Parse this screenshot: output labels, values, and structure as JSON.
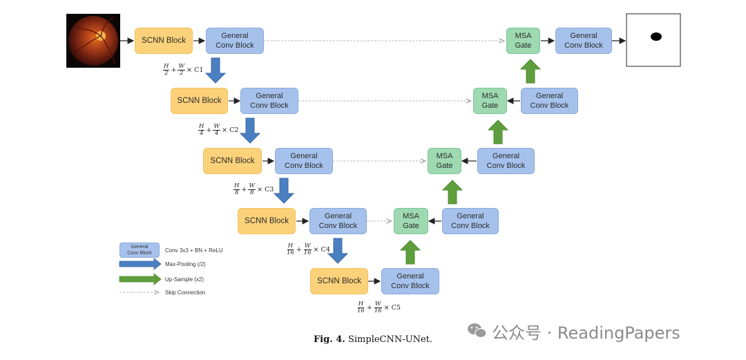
{
  "image": "fundus photograph (retinal image)",
  "output": "segmentation mask: white square with black ellipse",
  "blocks": {
    "scnn": "SCNN Block",
    "general": [
      "General",
      "Conv Block"
    ],
    "msa": [
      "MSA",
      "Gate"
    ]
  },
  "dims": [
    {
      "h": "H",
      "hd": "2",
      "w": "W",
      "wd": "2",
      "c": "× C1"
    },
    {
      "h": "H",
      "hd": "4",
      "w": "W",
      "wd": "4",
      "c": "× C2"
    },
    {
      "h": "H",
      "hd": "8",
      "w": "W",
      "wd": "8",
      "c": "× C3"
    },
    {
      "h": "H",
      "hd": "16",
      "w": "W",
      "wd": "16",
      "c": "× C4"
    },
    {
      "h": "H",
      "hd": "16",
      "w": "W",
      "wd": "16",
      "c": "× C5"
    }
  ],
  "dim_plus": "+",
  "legend": {
    "swatch": [
      "General",
      "Conv Block"
    ],
    "conv": "Conv 3x3 + BN + ReLU",
    "maxpool": "Max-Pooling (/2)",
    "upsample": "Up-Sample (x2)",
    "skip": "Skip Connection"
  },
  "colors": {
    "scnn": "#fbd27a",
    "general": "#a6c2ec",
    "msa": "#9ed9b2",
    "down_arrow": "#4a7fc0",
    "up_arrow": "#5f9e3c",
    "skip": "#b5b5b5"
  },
  "caption": {
    "label": "Fig. 4.",
    "title": "SimpleCNN-UNet."
  },
  "watermark": "公众号 · ReadingPapers"
}
